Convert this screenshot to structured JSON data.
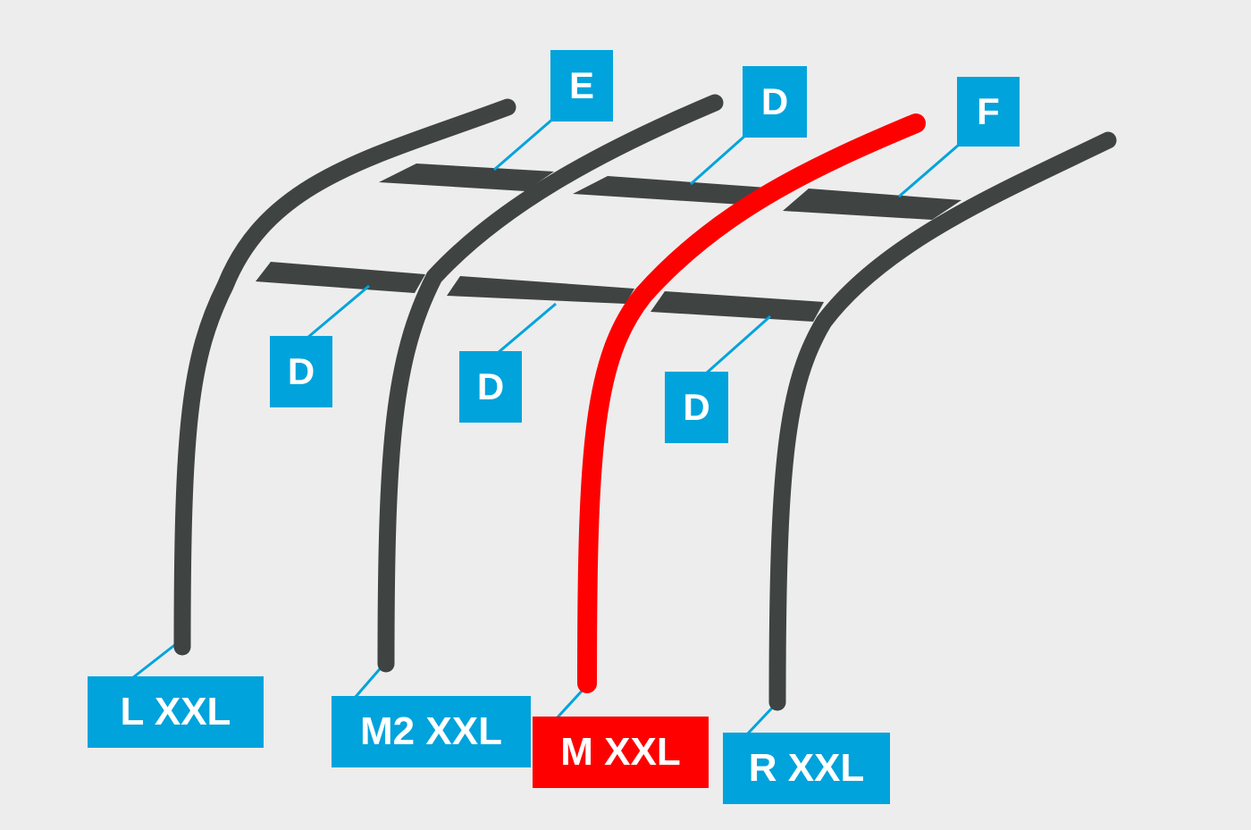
{
  "colors": {
    "background": "#ededed",
    "pole": "#3f4342",
    "highlight_pole": "#ff0000",
    "label_blue": "#00a3dc",
    "label_red": "#ff0000",
    "label_text": "#ffffff"
  },
  "crossbars": {
    "upper_left": {
      "label": "E"
    },
    "upper_middle": {
      "label": "D"
    },
    "upper_right": {
      "label": "F"
    },
    "lower_left": {
      "label": "D"
    },
    "lower_middle": {
      "label": "D"
    },
    "lower_right": {
      "label": "D"
    }
  },
  "poles": {
    "pole_1": {
      "label": "L XXL",
      "highlighted": false
    },
    "pole_2": {
      "label": "M2 XXL",
      "highlighted": false
    },
    "pole_3": {
      "label": "M XXL",
      "highlighted": true
    },
    "pole_4": {
      "label": "R XXL",
      "highlighted": false
    }
  }
}
